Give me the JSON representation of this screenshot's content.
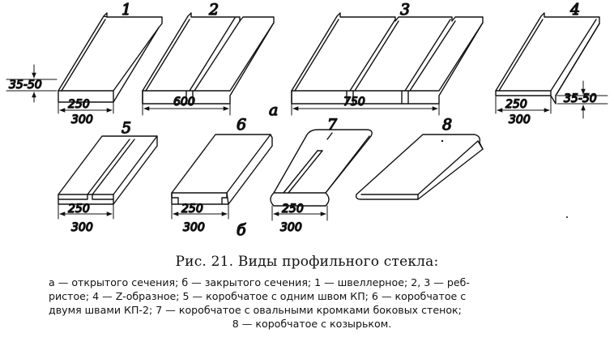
{
  "figure": {
    "row_a": {
      "items": [
        {
          "num": "1",
          "dim_top": "250",
          "dim_bottom": "300",
          "height": "35-50"
        },
        {
          "num": "2",
          "dim": "600"
        },
        {
          "num": "3",
          "dim": "750"
        },
        {
          "num": "4",
          "dim_top": "250",
          "dim_bottom": "300",
          "height": "35-50"
        }
      ],
      "label": "а"
    },
    "row_b": {
      "items": [
        {
          "num": "5",
          "dim_top": "250",
          "dim_bottom": "300"
        },
        {
          "num": "6",
          "dim_top": "250",
          "dim_bottom": "300"
        },
        {
          "num": "7",
          "dim_top": "250",
          "dim_bottom": "300"
        },
        {
          "num": "8"
        }
      ],
      "label": "б"
    }
  },
  "caption": "Рис. 21. Виды профильного стекла:",
  "legend": {
    "line1": "а — открытого сечения; б — закрытого сечения; 1 — швеллерное; 2, 3 — реб-",
    "line2": "ристое; 4 — Z-образное; 5 — коробчатое с одним швом КП; 6 — коробчатое с",
    "line3": "двумя швами КП-2; 7 — коробчатое с овальными кромками боковых стенок;",
    "line4": "8 — коробчатое с козырьком."
  }
}
